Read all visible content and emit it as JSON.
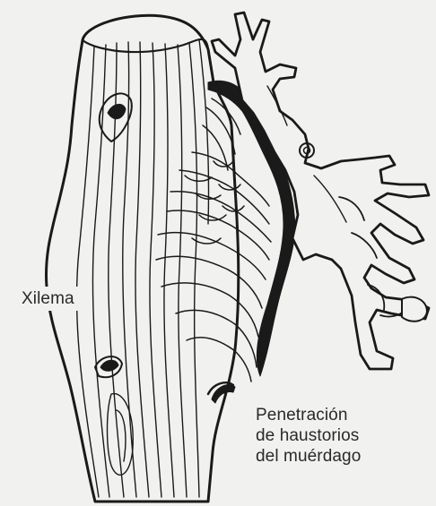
{
  "labels": {
    "xylem": "Xilema",
    "haustoria_line1": "Penetración",
    "haustoria_line2": "de haustorios",
    "haustoria_line3": "del muérdago"
  },
  "colors": {
    "ink": "#1a1a1a",
    "paper": "#f1f1ef",
    "text": "#2a2a2a"
  }
}
